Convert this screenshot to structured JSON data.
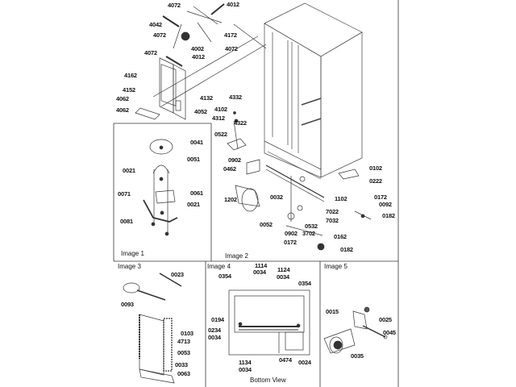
{
  "diagram": {
    "type": "exploded parts diagram",
    "subject": "side-by-side refrigerator cabinet and components",
    "panels": [
      {
        "id": "top",
        "caption": ""
      },
      {
        "id": "image1",
        "caption": "Image 1"
      },
      {
        "id": "image2",
        "caption": "Image 2"
      },
      {
        "id": "image3",
        "caption": "Image 3"
      },
      {
        "id": "image4",
        "caption": "Image 4",
        "subcaption": "Bottom View"
      },
      {
        "id": "image5",
        "caption": "Image 5"
      }
    ],
    "labels": {
      "top": [
        "4072",
        "4012",
        "4042",
        "4072",
        "4172",
        "4002",
        "4072",
        "4072",
        "4012",
        "4162",
        "4152",
        "4062",
        "4062",
        "4132",
        "4052",
        "4332",
        "4102",
        "4312",
        "4322"
      ],
      "image1": [
        "0041",
        "0051",
        "0021",
        "0061",
        "0071",
        "0021",
        "0081"
      ],
      "image2": [
        "0522",
        "0902",
        "0462",
        "0032",
        "1202",
        "0052",
        "1102",
        "0102",
        "0222",
        "0172",
        "0092",
        "0182",
        "7022",
        "7032",
        "0532",
        "0902",
        "3702",
        "0172",
        "0162",
        "0182"
      ],
      "image3": [
        "0023",
        "0093",
        "0103",
        "4713",
        "0053",
        "0033",
        "0063"
      ],
      "image4": [
        "1114",
        "0034",
        "1124",
        "0034",
        "0354",
        "0354",
        "0194",
        "0234",
        "0034",
        "1134",
        "0034",
        "0474",
        "0024"
      ],
      "image5": [
        "0015",
        "0025",
        "0045",
        "0035"
      ]
    }
  }
}
